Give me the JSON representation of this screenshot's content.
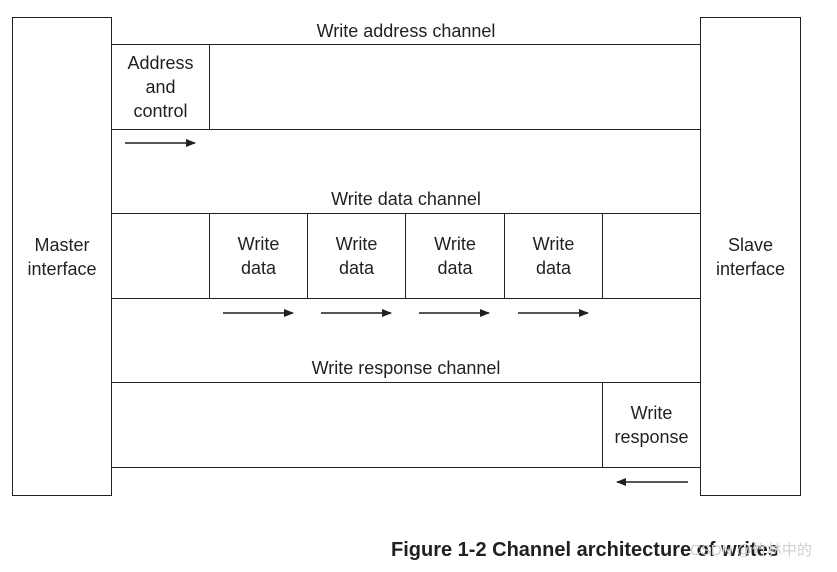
{
  "master": {
    "label": "Master\ninterface"
  },
  "slave": {
    "label": "Slave\ninterface"
  },
  "address_channel": {
    "title": "Write address channel",
    "cell": "Address\nand\ncontrol"
  },
  "data_channel": {
    "title": "Write data channel",
    "cells": [
      "Write\ndata",
      "Write\ndata",
      "Write\ndata",
      "Write\ndata"
    ]
  },
  "response_channel": {
    "title": "Write response channel",
    "cell": "Write\nresponse"
  },
  "caption": "Figure 1-2 Channel architecture of writes",
  "watermark": "CSDN @竹林中的"
}
